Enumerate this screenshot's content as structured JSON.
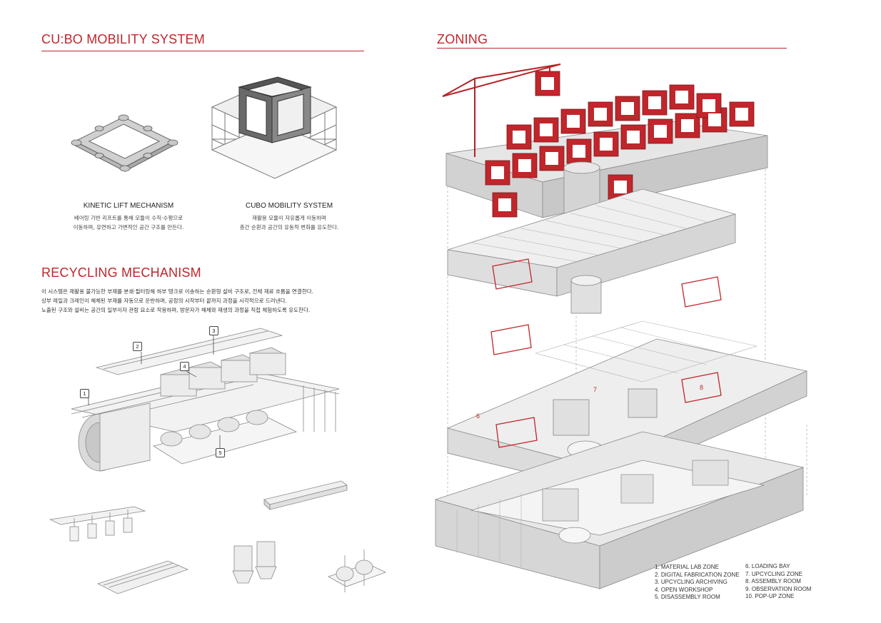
{
  "left": {
    "mobility_title": "CU:BO MOBILITY SYSTEM",
    "kinetic": {
      "title": "KINETIC LIFT MECHANISM",
      "line1": "베어링 기반 리프트를 통해 모듈이 수직·수평으로",
      "line2": "이동하며, 유연하고 가변적인 공간 구조를 만든다."
    },
    "cubo": {
      "title": "CUBO MOBILITY SYSTEM",
      "line1": "재활용 모듈이 자유롭게 이동하며",
      "line2": "층간 순환과 공간의 유동적 변화를 유도한다."
    },
    "recycling_title": "RECYCLING MECHANISM",
    "recycling_lines": [
      "이 시스템은 재활용 불가능한 부재를 분쇄·필터링해 하부 탱크로 이송하는 순환형 설비 구조로, 전체 재료 흐름을 연결한다.",
      "상부 레일과 크레인이 해체된 부재를 자동으로 운반하며, 공정의 시작부터 끝까지 과정을 시각적으로 드러낸다.",
      "노출된 구조와 설비는 공간의 일부이자 관람 요소로 작용하며, 방문자가 해체와 재생의 과정을 직접 체험하도록 유도한다."
    ],
    "callouts": [
      "1",
      "2",
      "3",
      "4",
      "5"
    ]
  },
  "right": {
    "zoning_title": "ZONING",
    "zone_labels": [
      "6",
      "7",
      "8"
    ],
    "legend_col1": [
      "1. MATERIAL LAB ZONE",
      "2. DIGITAL FABRICATION ZONE",
      "3. UPCYCLING ARCHIVING",
      "4. OPEN WORKSHOP",
      "5. DISASSEMBLY ROOM"
    ],
    "legend_col2": [
      "6. LOADING BAY",
      "7. UPCYCLING ZONE",
      "8. ASSEMBLY ROOM",
      "9. OBSERVATION ROOM",
      "10. POP-UP ZONE"
    ]
  },
  "colors": {
    "accent": "#c0262b",
    "line": "#777777",
    "fill": "#e6e6e6"
  }
}
